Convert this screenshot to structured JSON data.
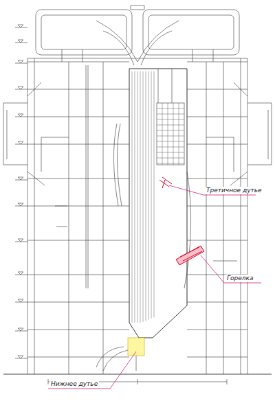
{
  "diagram": {
    "labels": [
      "Третичное дутье",
      "Горелка",
      "Нижнее дутье"
    ]
  }
}
